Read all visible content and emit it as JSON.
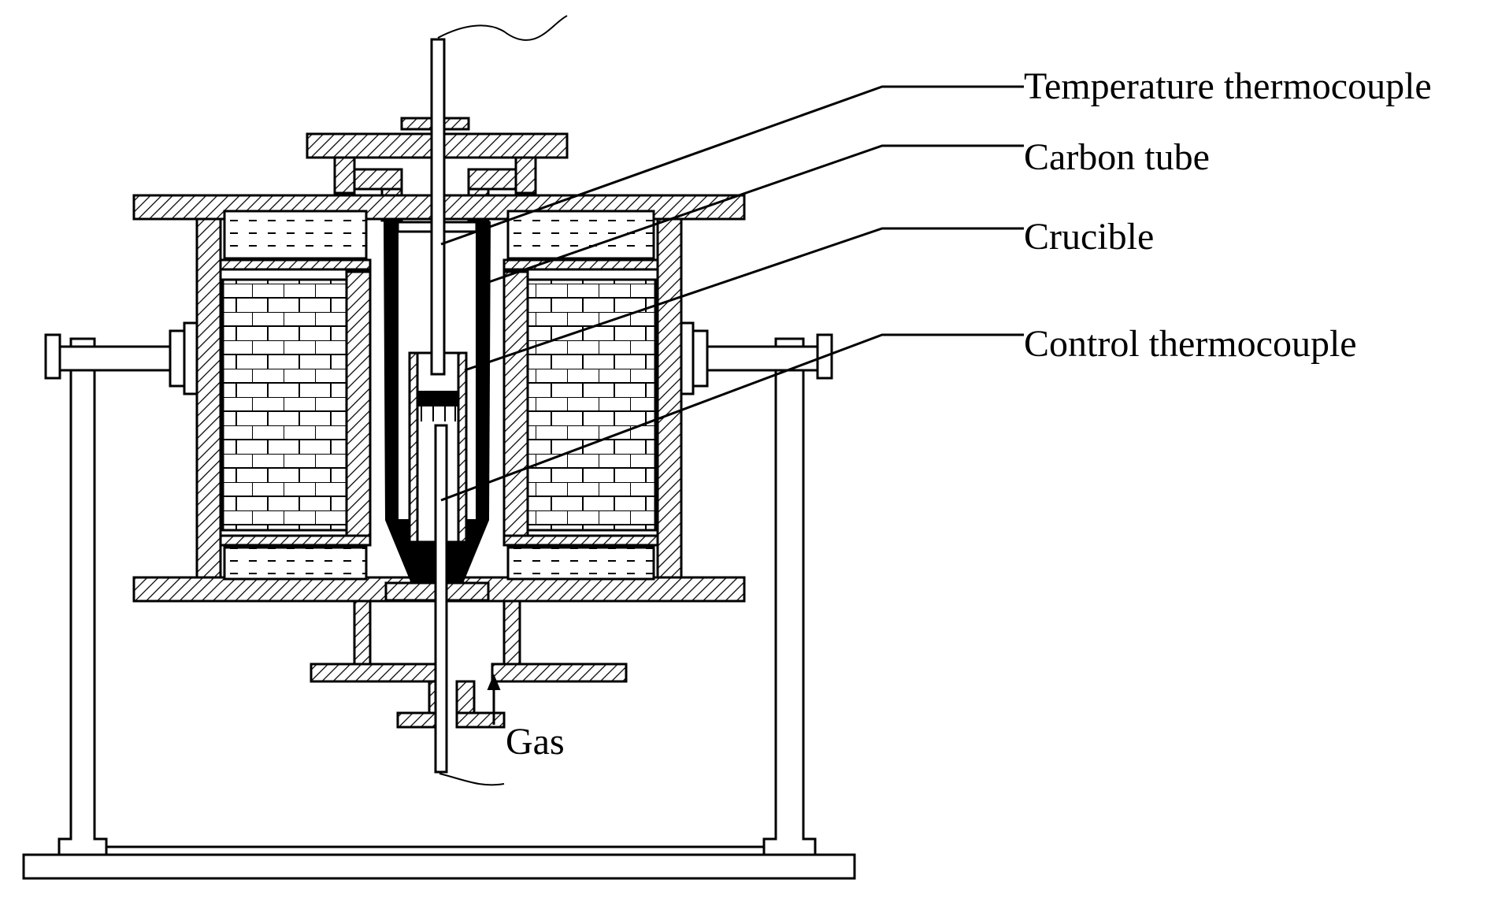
{
  "labels": {
    "temperature_thermocouple": "Temperature thermocouple",
    "carbon_tube": "Carbon tube",
    "crucible": "Crucible",
    "control_thermocouple": "Control thermocouple",
    "gas": "Gas"
  }
}
